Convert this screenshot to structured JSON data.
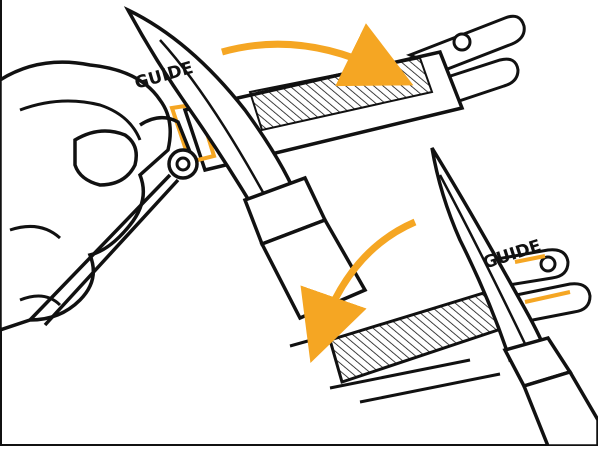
{
  "labels": {
    "guide_top": "GUIDE",
    "guide_bottom": "GUIDE"
  },
  "colors": {
    "ink": "#111111",
    "paper": "#ffffff",
    "accent": "#f5a623",
    "hatch": "#111111"
  },
  "figure": {
    "panels": [
      "hand-held-sharpener-top",
      "sharpener-bottom"
    ]
  }
}
